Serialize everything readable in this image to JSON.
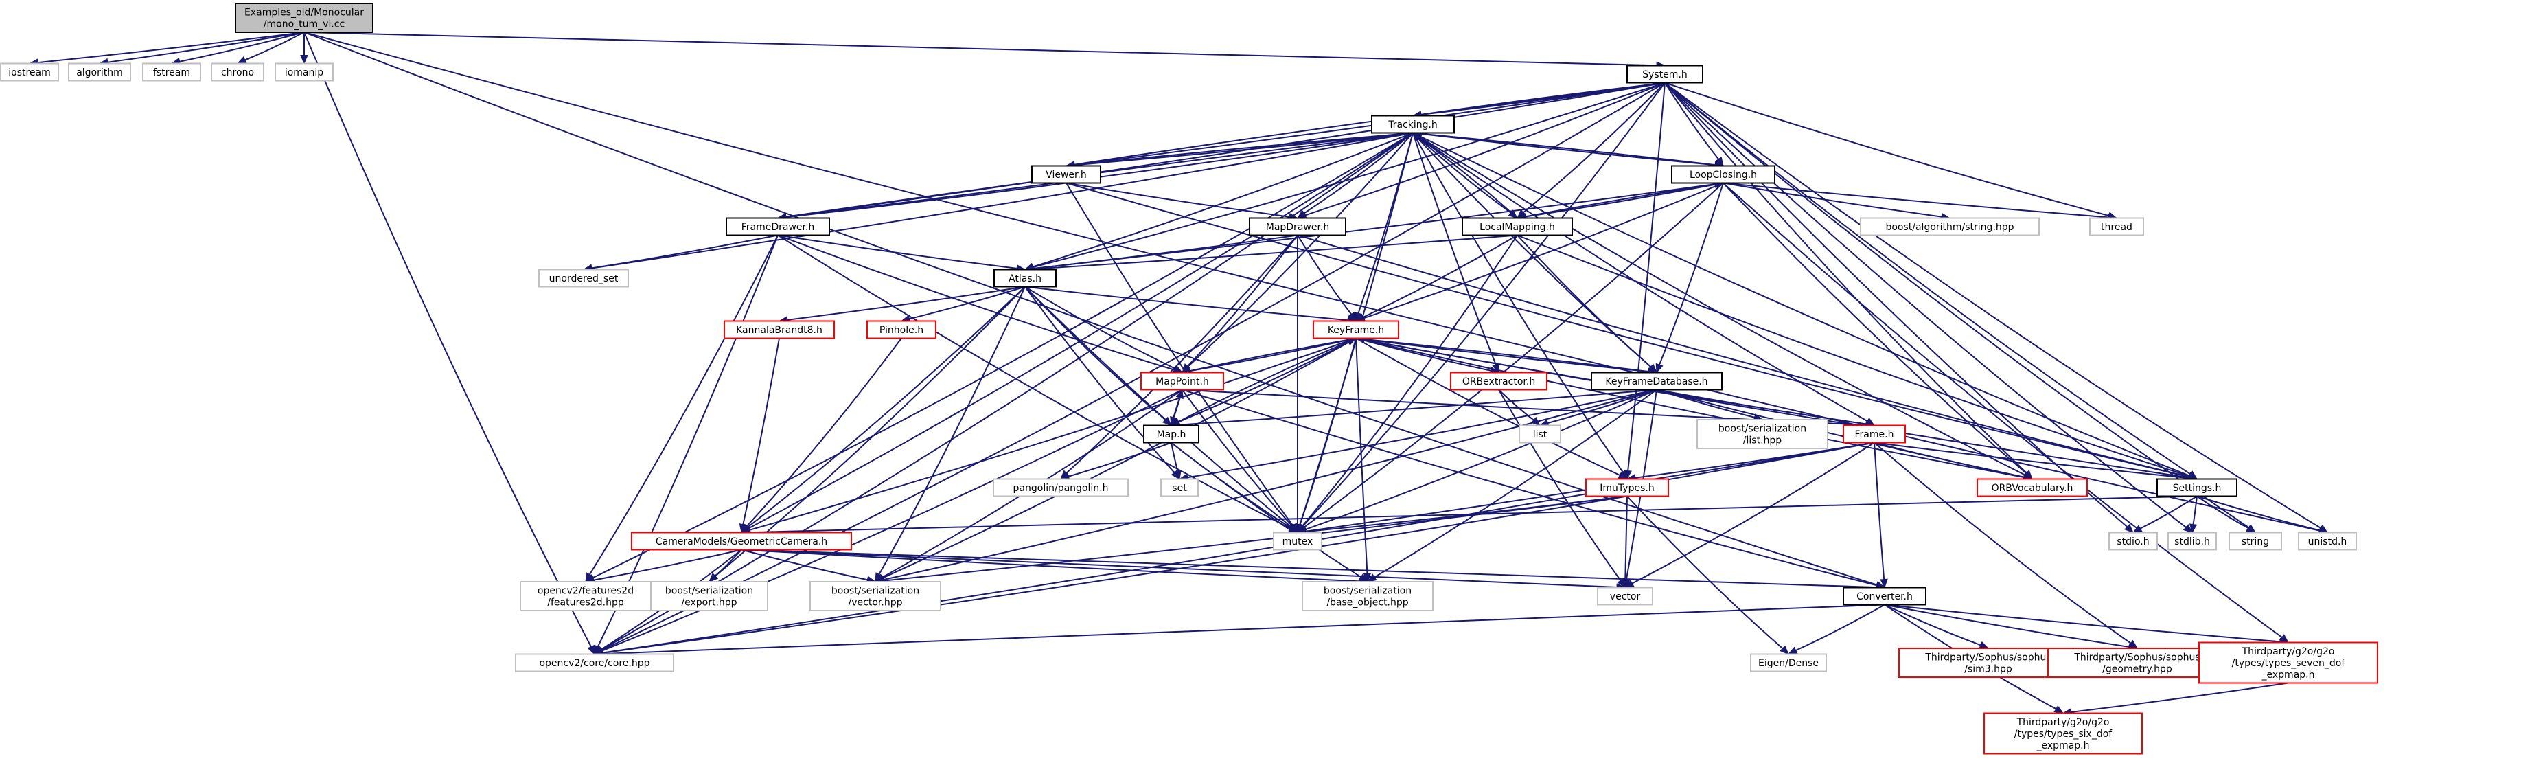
{
  "colors": {
    "edge": "#191970",
    "border_black": "#000000",
    "border_gray": "#bfbfbf",
    "border_red": "#ff0000",
    "root_fill": "#bfbfbf",
    "text": "#000000"
  },
  "nodes": [
    {
      "id": "root",
      "lines": [
        "Examples_old/Monocular",
        "/mono_tum_vi.cc"
      ],
      "style": "root"
    },
    {
      "id": "iostream",
      "lines": [
        "iostream"
      ],
      "style": "gray"
    },
    {
      "id": "algorithm",
      "lines": [
        "algorithm"
      ],
      "style": "gray"
    },
    {
      "id": "fstream",
      "lines": [
        "fstream"
      ],
      "style": "gray"
    },
    {
      "id": "chrono",
      "lines": [
        "chrono"
      ],
      "style": "gray"
    },
    {
      "id": "iomanip",
      "lines": [
        "iomanip"
      ],
      "style": "gray"
    },
    {
      "id": "system",
      "lines": [
        "System.h"
      ],
      "style": "black"
    },
    {
      "id": "tracking",
      "lines": [
        "Tracking.h"
      ],
      "style": "black"
    },
    {
      "id": "viewer",
      "lines": [
        "Viewer.h"
      ],
      "style": "black"
    },
    {
      "id": "loopclosing",
      "lines": [
        "LoopClosing.h"
      ],
      "style": "black"
    },
    {
      "id": "framedrawer",
      "lines": [
        "FrameDrawer.h"
      ],
      "style": "black"
    },
    {
      "id": "mapdrawer",
      "lines": [
        "MapDrawer.h"
      ],
      "style": "black"
    },
    {
      "id": "localmapping",
      "lines": [
        "LocalMapping.h"
      ],
      "style": "black"
    },
    {
      "id": "boostalgo",
      "lines": [
        "boost/algorithm/string.hpp"
      ],
      "style": "gray"
    },
    {
      "id": "thread",
      "lines": [
        "thread"
      ],
      "style": "gray"
    },
    {
      "id": "unordered_set",
      "lines": [
        "unordered_set"
      ],
      "style": "gray"
    },
    {
      "id": "atlas",
      "lines": [
        "Atlas.h"
      ],
      "style": "black"
    },
    {
      "id": "kannala",
      "lines": [
        "KannalaBrandt8.h"
      ],
      "style": "red"
    },
    {
      "id": "pinhole",
      "lines": [
        "Pinhole.h"
      ],
      "style": "red"
    },
    {
      "id": "keyframe",
      "lines": [
        "KeyFrame.h"
      ],
      "style": "red"
    },
    {
      "id": "orbextractor",
      "lines": [
        "ORBextractor.h"
      ],
      "style": "red"
    },
    {
      "id": "kfdb",
      "lines": [
        "KeyFrameDatabase.h"
      ],
      "style": "black"
    },
    {
      "id": "mappoint",
      "lines": [
        "MapPoint.h"
      ],
      "style": "red"
    },
    {
      "id": "list",
      "lines": [
        "list"
      ],
      "style": "gray"
    },
    {
      "id": "boostlist",
      "lines": [
        "boost/serialization",
        "/list.hpp"
      ],
      "style": "gray"
    },
    {
      "id": "map",
      "lines": [
        "Map.h"
      ],
      "style": "black"
    },
    {
      "id": "frame",
      "lines": [
        "Frame.h"
      ],
      "style": "red"
    },
    {
      "id": "pangolin",
      "lines": [
        "pangolin/pangolin.h"
      ],
      "style": "gray"
    },
    {
      "id": "set",
      "lines": [
        "set"
      ],
      "style": "gray"
    },
    {
      "id": "imutypes",
      "lines": [
        "ImuTypes.h"
      ],
      "style": "red"
    },
    {
      "id": "orbvocab",
      "lines": [
        "ORBVocabulary.h"
      ],
      "style": "red"
    },
    {
      "id": "settings",
      "lines": [
        "Settings.h"
      ],
      "style": "black"
    },
    {
      "id": "mutex",
      "lines": [
        "mutex"
      ],
      "style": "gray"
    },
    {
      "id": "camgeo",
      "lines": [
        "CameraModels/GeometricCamera.h"
      ],
      "style": "red"
    },
    {
      "id": "stdio",
      "lines": [
        "stdio.h"
      ],
      "style": "gray"
    },
    {
      "id": "stdlib",
      "lines": [
        "stdlib.h"
      ],
      "style": "gray"
    },
    {
      "id": "string",
      "lines": [
        "string"
      ],
      "style": "gray"
    },
    {
      "id": "unistd",
      "lines": [
        "unistd.h"
      ],
      "style": "gray"
    },
    {
      "id": "features2d",
      "lines": [
        "opencv2/features2d",
        "/features2d.hpp"
      ],
      "style": "gray"
    },
    {
      "id": "boostexport",
      "lines": [
        "boost/serialization",
        "/export.hpp"
      ],
      "style": "gray"
    },
    {
      "id": "boostvector",
      "lines": [
        "boost/serialization",
        "/vector.hpp"
      ],
      "style": "gray"
    },
    {
      "id": "boostbase",
      "lines": [
        "boost/serialization",
        "/base_object.hpp"
      ],
      "style": "gray"
    },
    {
      "id": "vector",
      "lines": [
        "vector"
      ],
      "style": "gray"
    },
    {
      "id": "converter",
      "lines": [
        "Converter.h"
      ],
      "style": "black"
    },
    {
      "id": "opencvcore",
      "lines": [
        "opencv2/core/core.hpp"
      ],
      "style": "gray"
    },
    {
      "id": "eigendense",
      "lines": [
        "Eigen/Dense"
      ],
      "style": "gray"
    },
    {
      "id": "sophussim3",
      "lines": [
        "Thirdparty/Sophus/sophus",
        "/sim3.hpp"
      ],
      "style": "red"
    },
    {
      "id": "sophusgeom",
      "lines": [
        "Thirdparty/Sophus/sophus",
        "/geometry.hpp"
      ],
      "style": "red"
    },
    {
      "id": "g2oseven",
      "lines": [
        "Thirdparty/g2o/g2o",
        "/types/types_seven_dof",
        "_expmap.h"
      ],
      "style": "red"
    },
    {
      "id": "g2osix",
      "lines": [
        "Thirdparty/g2o/g2o",
        "/types/types_six_dof",
        "_expmap.h"
      ],
      "style": "red"
    }
  ],
  "edges": [
    [
      "root",
      "iostream"
    ],
    [
      "root",
      "algorithm"
    ],
    [
      "root",
      "fstream"
    ],
    [
      "root",
      "chrono"
    ],
    [
      "root",
      "iomanip"
    ],
    [
      "root",
      "system"
    ],
    [
      "root",
      "opencvcore"
    ],
    [
      "root",
      "unistd"
    ],
    [
      "root",
      "converter"
    ],
    [
      "system",
      "tracking"
    ],
    [
      "system",
      "viewer"
    ],
    [
      "system",
      "framedrawer"
    ],
    [
      "system",
      "mapdrawer"
    ],
    [
      "system",
      "atlas"
    ],
    [
      "system",
      "localmapping"
    ],
    [
      "system",
      "loopclosing"
    ],
    [
      "system",
      "keyframedb"
    ],
    [
      "system",
      "orbvocab"
    ],
    [
      "system",
      "thread"
    ],
    [
      "system",
      "settings"
    ],
    [
      "system",
      "imutypes"
    ],
    [
      "system",
      "mutex"
    ],
    [
      "system",
      "string"
    ],
    [
      "system",
      "stdio"
    ],
    [
      "system",
      "stdlib"
    ],
    [
      "system",
      "unistd"
    ],
    [
      "system",
      "opencvcore"
    ],
    [
      "tracking",
      "system"
    ],
    [
      "tracking",
      "viewer"
    ],
    [
      "tracking",
      "framedrawer"
    ],
    [
      "tracking",
      "mapdrawer"
    ],
    [
      "tracking",
      "localmapping"
    ],
    [
      "tracking",
      "loopclosing"
    ],
    [
      "tracking",
      "frame"
    ],
    [
      "tracking",
      "orbvocab"
    ],
    [
      "tracking",
      "kfdb"
    ],
    [
      "tracking",
      "orbextractor"
    ],
    [
      "tracking",
      "atlas"
    ],
    [
      "tracking",
      "settings"
    ],
    [
      "tracking",
      "imutypes"
    ],
    [
      "tracking",
      "mutex"
    ],
    [
      "tracking",
      "unordered_set"
    ],
    [
      "tracking",
      "camgeo"
    ],
    [
      "tracking",
      "features2d"
    ],
    [
      "tracking",
      "opencvcore"
    ],
    [
      "tracking",
      "keyframe"
    ],
    [
      "tracking",
      "mappoint"
    ],
    [
      "viewer",
      "tracking"
    ],
    [
      "viewer",
      "framedrawer"
    ],
    [
      "viewer",
      "mapdrawer"
    ],
    [
      "viewer",
      "system"
    ],
    [
      "viewer",
      "settings"
    ],
    [
      "viewer",
      "mutex"
    ],
    [
      "framedrawer",
      "tracking"
    ],
    [
      "framedrawer",
      "mappoint"
    ],
    [
      "framedrawer",
      "atlas"
    ],
    [
      "framedrawer",
      "features2d"
    ],
    [
      "framedrawer",
      "unordered_set"
    ],
    [
      "framedrawer",
      "mutex"
    ],
    [
      "framedrawer",
      "opencvcore"
    ],
    [
      "mapdrawer",
      "atlas"
    ],
    [
      "mapdrawer",
      "mappoint"
    ],
    [
      "mapdrawer",
      "keyframe"
    ],
    [
      "mapdrawer",
      "settings"
    ],
    [
      "mapdrawer",
      "pangolin"
    ],
    [
      "mapdrawer",
      "mutex"
    ],
    [
      "localmapping",
      "keyframe"
    ],
    [
      "localmapping",
      "atlas"
    ],
    [
      "localmapping",
      "loopclosing"
    ],
    [
      "localmapping",
      "tracking"
    ],
    [
      "localmapping",
      "kfdb"
    ],
    [
      "localmapping",
      "settings"
    ],
    [
      "localmapping",
      "mutex"
    ],
    [
      "loopclosing",
      "keyframe"
    ],
    [
      "loopclosing",
      "localmapping"
    ],
    [
      "loopclosing",
      "atlas"
    ],
    [
      "loopclosing",
      "orbvocab"
    ],
    [
      "loopclosing",
      "tracking"
    ],
    [
      "loopclosing",
      "kfdb"
    ],
    [
      "loopclosing",
      "boostalgo"
    ],
    [
      "loopclosing",
      "thread"
    ],
    [
      "loopclosing",
      "mutex"
    ],
    [
      "loopclosing",
      "g2oseven"
    ],
    [
      "atlas",
      "map"
    ],
    [
      "atlas",
      "mappoint"
    ],
    [
      "atlas",
      "keyframe"
    ],
    [
      "atlas",
      "camgeo"
    ],
    [
      "atlas",
      "kannala"
    ],
    [
      "atlas",
      "pinhole"
    ],
    [
      "atlas",
      "set"
    ],
    [
      "atlas",
      "mutex"
    ],
    [
      "atlas",
      "boostvector"
    ],
    [
      "atlas",
      "boostexport"
    ],
    [
      "kannala",
      "camgeo"
    ],
    [
      "pinhole",
      "camgeo"
    ],
    [
      "keyframe",
      "mappoint"
    ],
    [
      "keyframe",
      "orbextractor"
    ],
    [
      "keyframe",
      "kfdb"
    ],
    [
      "keyframe",
      "frame"
    ],
    [
      "keyframe",
      "orbvocab"
    ],
    [
      "keyframe",
      "imutypes"
    ],
    [
      "keyframe",
      "camgeo"
    ],
    [
      "keyframe",
      "settings"
    ],
    [
      "keyframe",
      "mutex"
    ],
    [
      "keyframe",
      "boostbase"
    ],
    [
      "keyframe",
      "boostvector"
    ],
    [
      "keyframe",
      "map"
    ],
    [
      "mappoint",
      "keyframe"
    ],
    [
      "mappoint",
      "frame"
    ],
    [
      "mappoint",
      "map"
    ],
    [
      "mappoint",
      "converter"
    ],
    [
      "mappoint",
      "opencvcore"
    ],
    [
      "mappoint",
      "mutex"
    ],
    [
      "mappoint",
      "boostvector"
    ],
    [
      "orbextractor",
      "list"
    ],
    [
      "orbextractor",
      "vector"
    ],
    [
      "kfdb",
      "keyframe"
    ],
    [
      "kfdb",
      "frame"
    ],
    [
      "kfdb",
      "orbvocab"
    ],
    [
      "kfdb",
      "map"
    ],
    [
      "kfdb",
      "list"
    ],
    [
      "kfdb",
      "boostlist"
    ],
    [
      "kfdb",
      "set"
    ],
    [
      "kfdb",
      "mutex"
    ],
    [
      "kfdb",
      "vector"
    ],
    [
      "kfdb",
      "boostbase"
    ],
    [
      "kfdb",
      "boostvector"
    ],
    [
      "map",
      "mappoint"
    ],
    [
      "map",
      "keyframe"
    ],
    [
      "map",
      "set"
    ],
    [
      "map",
      "pangolin"
    ],
    [
      "map",
      "mutex"
    ],
    [
      "map",
      "boostbase"
    ],
    [
      "frame",
      "imutypes"
    ],
    [
      "frame",
      "orbvocab"
    ],
    [
      "frame",
      "settings"
    ],
    [
      "frame",
      "converter"
    ],
    [
      "frame",
      "vector"
    ],
    [
      "frame",
      "mutex"
    ],
    [
      "frame",
      "sophusgeom"
    ],
    [
      "frame",
      "opencvcore"
    ],
    [
      "imutypes",
      "mutex"
    ],
    [
      "imutypes",
      "vector"
    ],
    [
      "imutypes",
      "eigendense"
    ],
    [
      "imutypes",
      "opencvcore"
    ],
    [
      "imutypes",
      "boostserialization"
    ],
    [
      "imutypes",
      "boostvector"
    ],
    [
      "settings",
      "camgeo"
    ],
    [
      "settings",
      "stdio"
    ],
    [
      "settings",
      "stdlib"
    ],
    [
      "settings",
      "string"
    ],
    [
      "settings",
      "unistd"
    ],
    [
      "camgeo",
      "converter"
    ],
    [
      "camgeo",
      "features2d"
    ],
    [
      "camgeo",
      "boostexport"
    ],
    [
      "camgeo",
      "boostvector"
    ],
    [
      "camgeo",
      "boostbase"
    ],
    [
      "camgeo",
      "vector"
    ],
    [
      "camgeo",
      "opencvcore"
    ],
    [
      "converter",
      "opencvcore"
    ],
    [
      "converter",
      "eigendense"
    ],
    [
      "converter",
      "sophussim3"
    ],
    [
      "converter",
      "sophusgeom"
    ],
    [
      "converter",
      "g2oseven"
    ],
    [
      "converter",
      "g2osix"
    ],
    [
      "g2oseven",
      "g2osix"
    ]
  ]
}
